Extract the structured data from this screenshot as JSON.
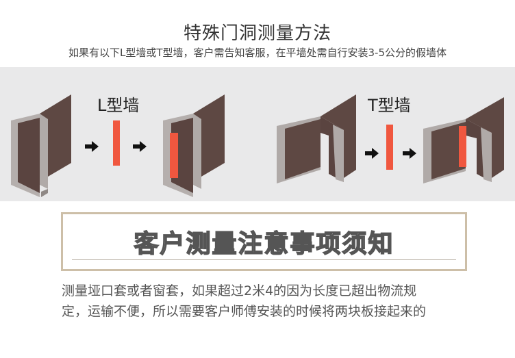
{
  "title": "特殊门洞测量方法",
  "subtitle": "如果有以下L型墙或T型墙，客户需告知客服，在平墙处需自行安装3-5公分的假墙体",
  "diagram": {
    "l_wall_label": "L型墙",
    "t_wall_label": "T型墙",
    "colors": {
      "wall_face": "#5e4843",
      "wall_side": "#b0aaa8",
      "false_wall": "#f0573f",
      "arrow": "#111111"
    }
  },
  "notice": {
    "heading": "客户测量注意事项须知",
    "body_line1": "测量垭口套或者窗套，如果超过2米4的因为长度已超出物流规",
    "body_line2": "定，运输不便，所以需要客户师傅安装的时候将两块板接起来的"
  }
}
